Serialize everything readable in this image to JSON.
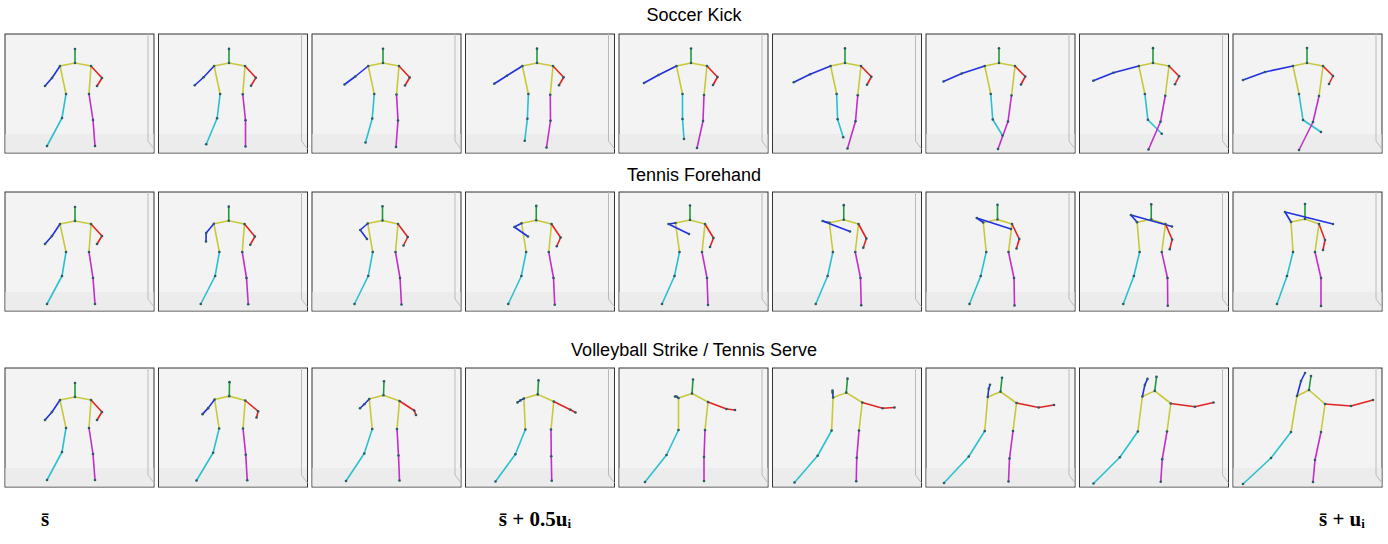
{
  "diagram": {
    "labels": [
      "Soccer Kick",
      "Tennis Forehand",
      "Volleyball Strike / Tennis Serve",
      "s̄",
      "s̄ + 0.5uᵢ",
      "s̄ + uᵢ"
    ]
  }
}
